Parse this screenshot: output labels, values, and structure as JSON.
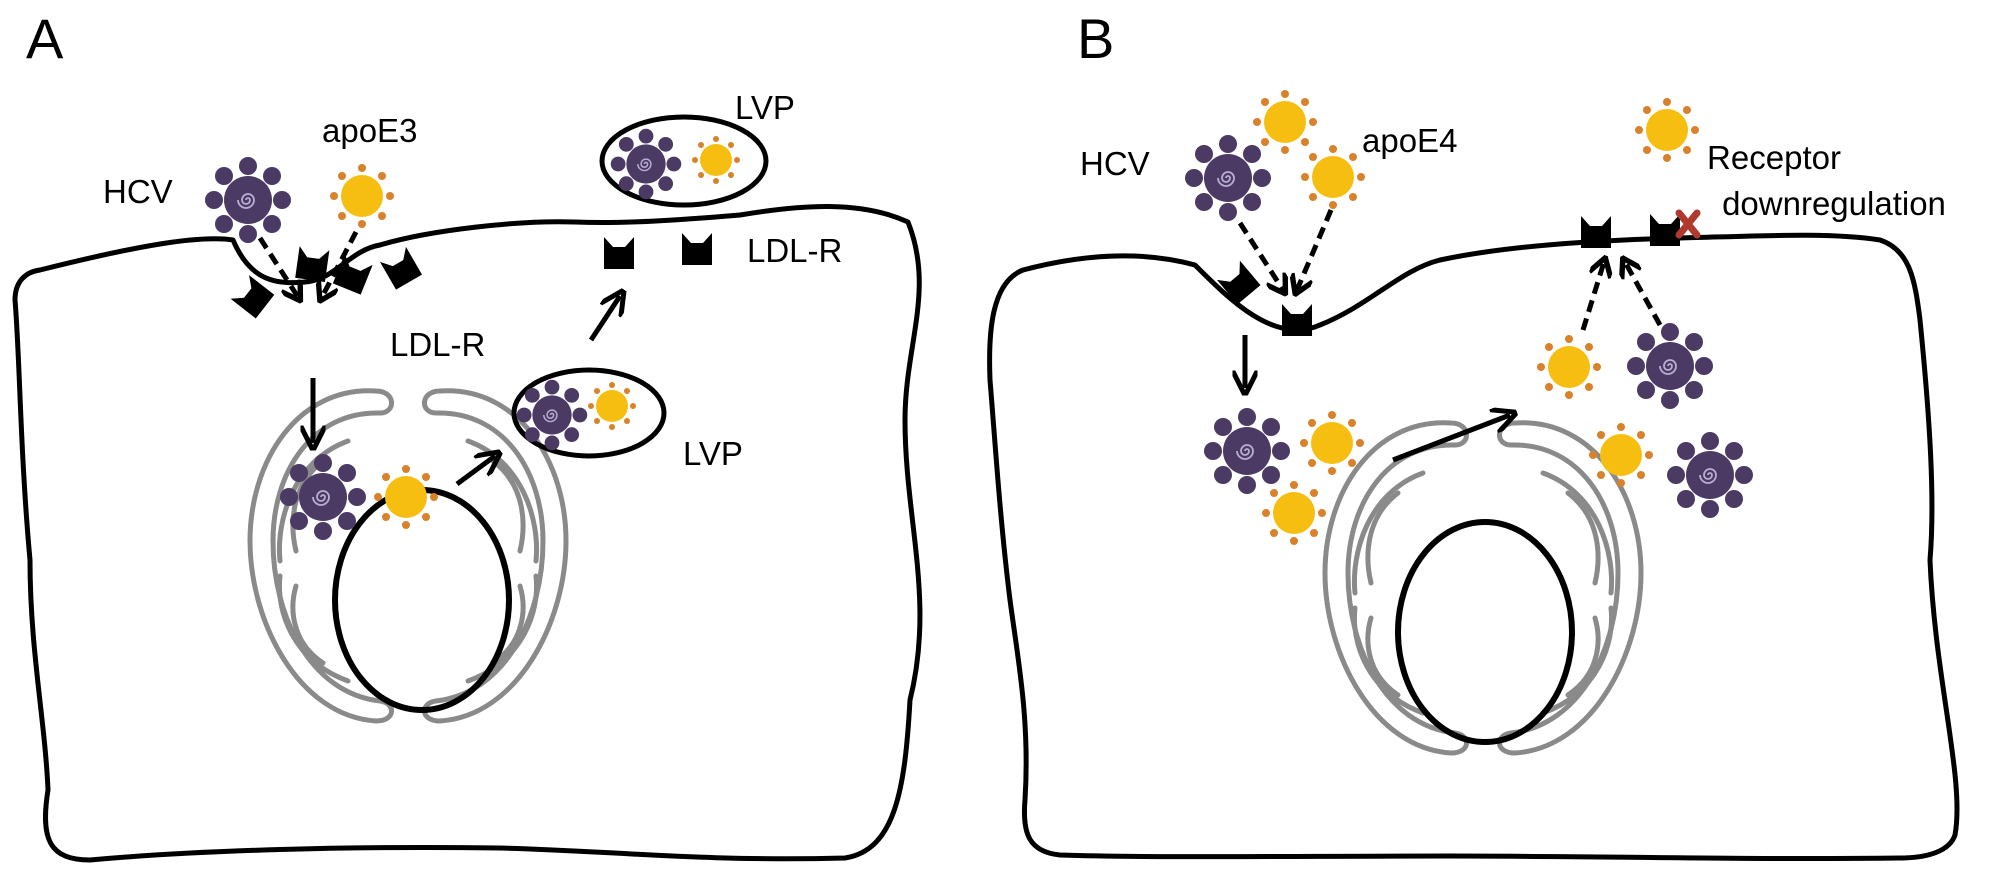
{
  "panels": {
    "a": {
      "label": "A",
      "hcv": "HCV",
      "apoe": "apoE3",
      "ldlr_1": "LDL-R",
      "ldlr_2": "LDL-R",
      "lvp_1": "LVP",
      "lvp_2": "LVP"
    },
    "b": {
      "label": "B",
      "hcv": "HCV",
      "apoe": "apoE4",
      "receptor_line1": "Receptor",
      "receptor_line2": "downregulation"
    }
  },
  "colors": {
    "hcv": "#4b3a63",
    "hcv_swirl": "#b8aed0",
    "apoe": "#f7be12",
    "apoe_spikes": "#d9822b",
    "cell_outline": "#000000",
    "organelle": "#8a8a8a",
    "downregulation_mark": "#b03a2e"
  }
}
